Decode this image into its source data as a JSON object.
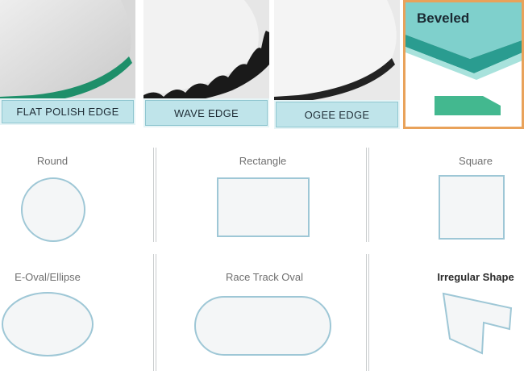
{
  "edges": [
    {
      "id": "flat-polish",
      "label": "FLAT POLISH EDGE"
    },
    {
      "id": "wave",
      "label": "WAVE EDGE"
    },
    {
      "id": "ogee",
      "label": "OGEE EDGE"
    },
    {
      "id": "beveled",
      "label": "Beveled"
    }
  ],
  "shapes": [
    {
      "id": "round",
      "label": "Round"
    },
    {
      "id": "rectangle",
      "label": "Rectangle"
    },
    {
      "id": "square",
      "label": "Square"
    },
    {
      "id": "e-oval",
      "label": "E-Oval/Ellipse"
    },
    {
      "id": "race-track",
      "label": "Race Track Oval"
    },
    {
      "id": "irregular",
      "label": "Irregular Shape"
    }
  ],
  "colors": {
    "label_bg": "#bfe4ea",
    "glass_edge": "#1e8f6a",
    "shape_stroke": "#9ec7d6",
    "beveled_border": "#e9a25a"
  }
}
